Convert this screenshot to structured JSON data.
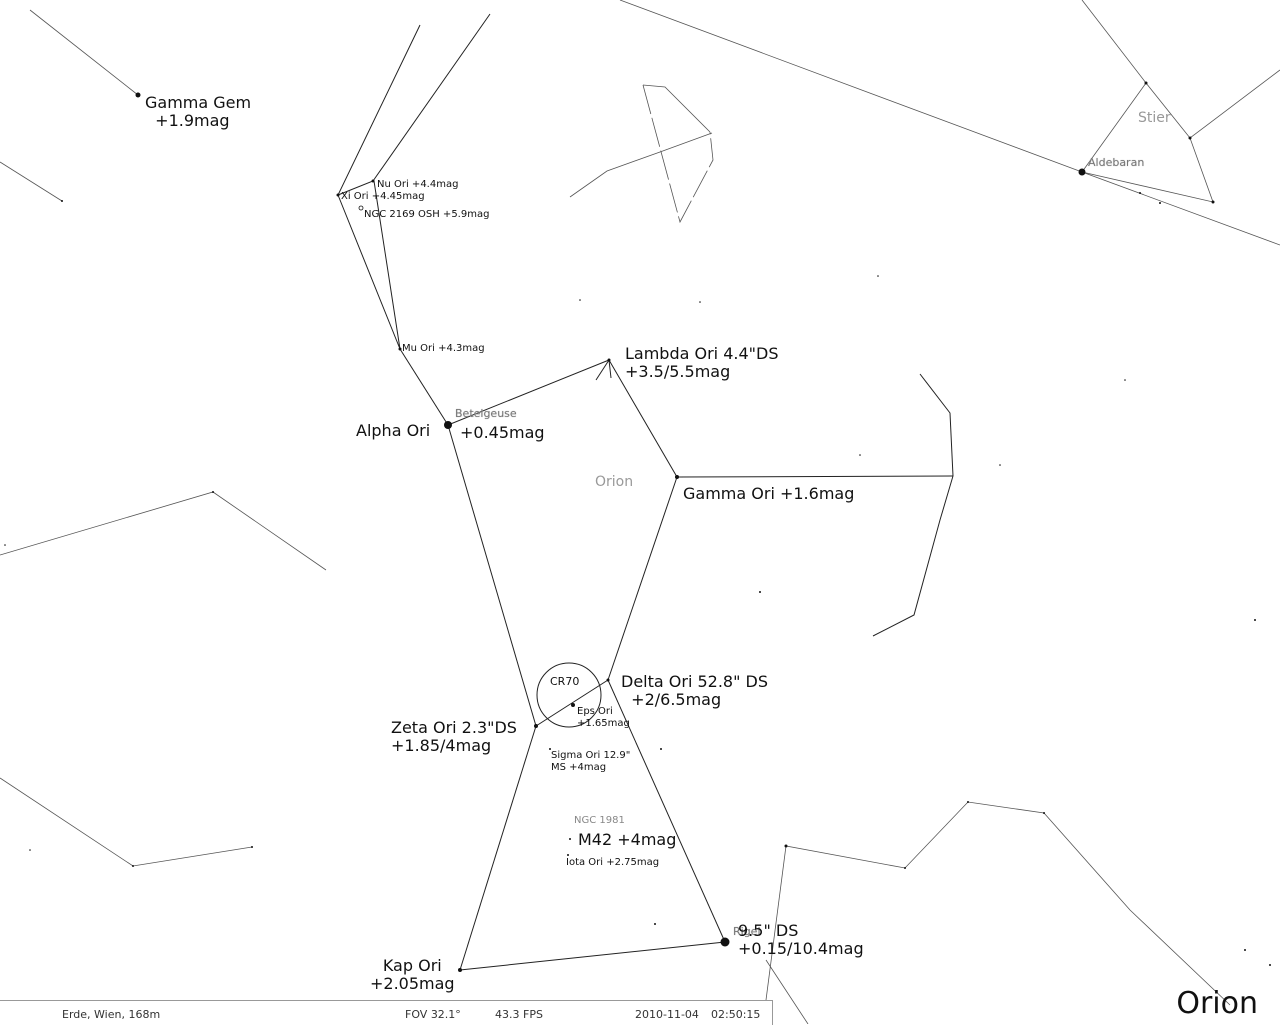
{
  "labels": {
    "gamma_gem": "Gamma Gem\n  +1.9mag",
    "nu_ori": "Nu Ori +4.4mag",
    "xi_ori": "Xi Ori +4.45mag",
    "ngc2169": "NGC 2169 OSH +5.9mag",
    "mu_ori": "Mu Ori +4.3mag",
    "lambda_ori": "Lambda Ori 4.4\"DS\n+3.5/5.5mag",
    "betelgeuse": "Betelgeuse",
    "alpha_ori": "Alpha Ori",
    "alpha_mag": "+0.45mag",
    "orion_const": "Orion",
    "gamma_ori": "Gamma Ori +1.6mag",
    "cr70": "CR70",
    "delta_ori": "Delta Ori 52.8\" DS\n  +2/6.5mag",
    "eps_ori": "Eps Ori\n+1.65mag",
    "zeta_ori": "Zeta Ori 2.3\"DS\n+1.85/4mag",
    "sigma_ori": "Sigma Ori 12.9\"\nMS +4mag",
    "ngc1981": "NGC 1981",
    "m42": "M42 +4mag",
    "iota_ori": "Iota Ori +2.75mag",
    "rigel": "Rigel",
    "rigel_info": "9.5\" DS\n+0.15/10.4mag",
    "kap_ori": "Kap Ori\n+2.05mag",
    "stier": "Stier",
    "aldebaran": "Aldebaran"
  },
  "status": {
    "location": "Erde, Wien, 168m",
    "fov": "FOV 32.1°",
    "fps": "43.3 FPS",
    "date": "2010-11-04",
    "time": "02:50:15"
  },
  "title": "Orion",
  "colors": {
    "line": "#222222",
    "faint_line": "#555555",
    "star": "#111111"
  }
}
